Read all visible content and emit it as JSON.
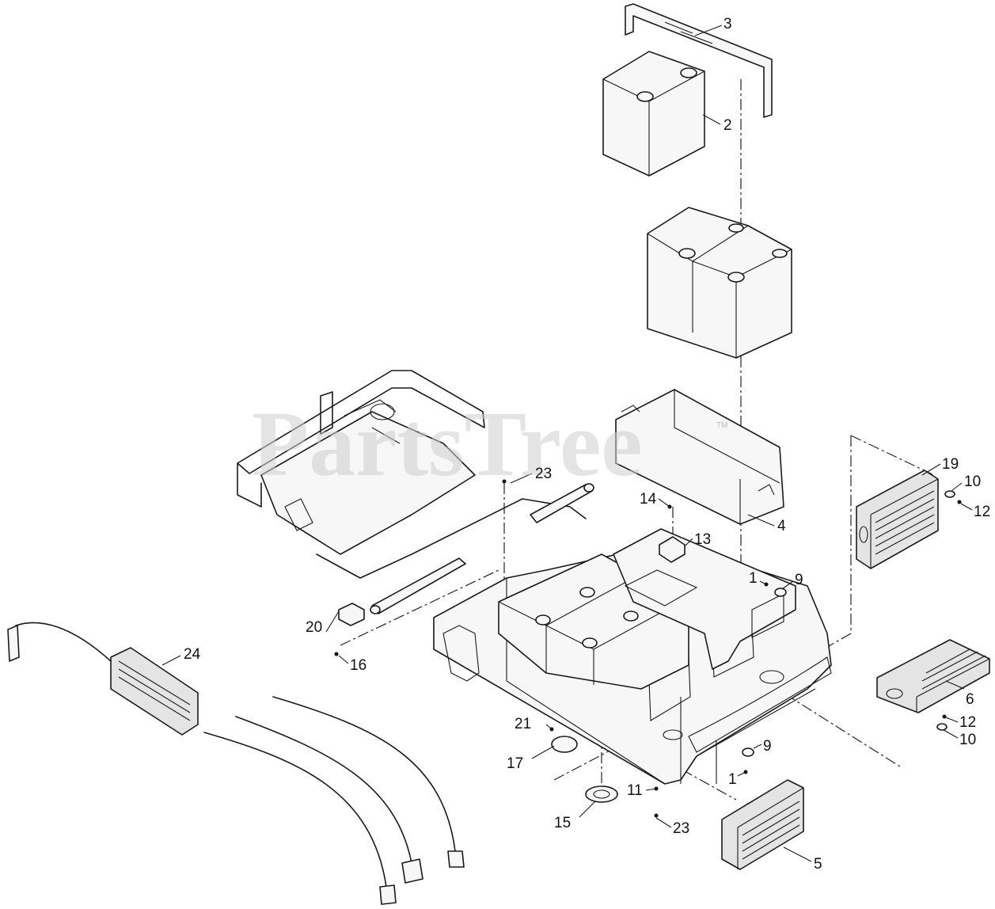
{
  "watermark": {
    "text": "PartsTree",
    "mark": "TM"
  },
  "callouts": [
    {
      "id": "c3",
      "text": "3"
    },
    {
      "id": "c2",
      "text": "2"
    },
    {
      "id": "c23a",
      "text": "23"
    },
    {
      "id": "c14",
      "text": "14"
    },
    {
      "id": "c13",
      "text": "13"
    },
    {
      "id": "c4",
      "text": "4"
    },
    {
      "id": "c19",
      "text": "19"
    },
    {
      "id": "c10a",
      "text": "10"
    },
    {
      "id": "c12a",
      "text": "12"
    },
    {
      "id": "c1a",
      "text": "1"
    },
    {
      "id": "c9a",
      "text": "9"
    },
    {
      "id": "c20",
      "text": "20"
    },
    {
      "id": "c16",
      "text": "16"
    },
    {
      "id": "c24",
      "text": "24"
    },
    {
      "id": "c6",
      "text": "6"
    },
    {
      "id": "c12b",
      "text": "12"
    },
    {
      "id": "c10b",
      "text": "10"
    },
    {
      "id": "c21",
      "text": "21"
    },
    {
      "id": "c17",
      "text": "17"
    },
    {
      "id": "c9b",
      "text": "9"
    },
    {
      "id": "c1b",
      "text": "1"
    },
    {
      "id": "c11",
      "text": "11"
    },
    {
      "id": "c15",
      "text": "15"
    },
    {
      "id": "c23b",
      "text": "23"
    },
    {
      "id": "c5",
      "text": "5"
    }
  ]
}
